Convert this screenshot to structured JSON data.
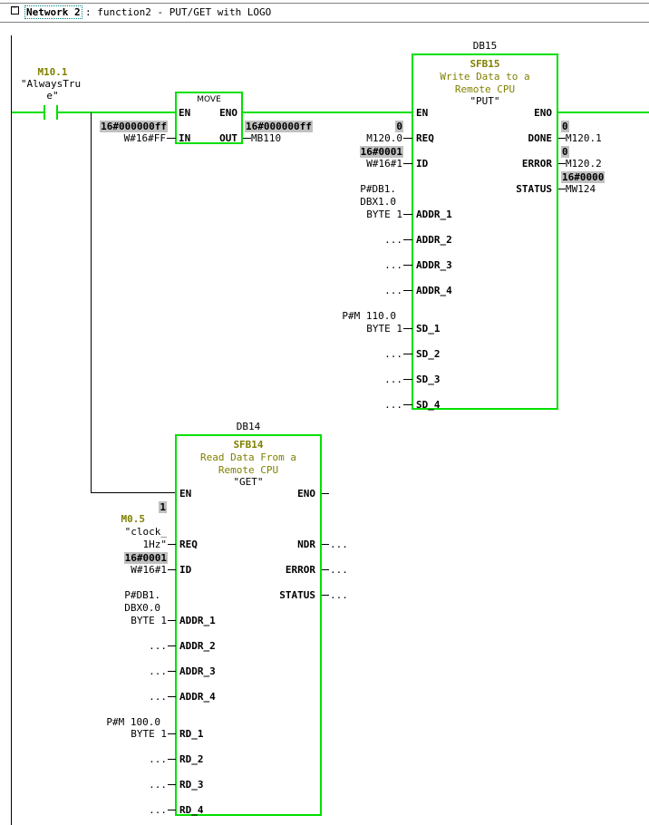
{
  "network": {
    "toggle": "⊟",
    "label": "Network 2",
    "title": ": function2 - PUT/GET with LOGO"
  },
  "contact": {
    "address": "M10.1",
    "symbol_line1": "\"AlwaysTru",
    "symbol_line2": "e\""
  },
  "move": {
    "name": "MOVE",
    "en": "EN",
    "eno": "ENO",
    "in": "IN",
    "out": "OUT",
    "in_value": "16#000000ff",
    "in_operand": "W#16#FF",
    "out_value": "16#000000ff",
    "out_operand": "MB110"
  },
  "put": {
    "instance": "DB15",
    "sfb": "SFB15",
    "desc1": "Write Data to a",
    "desc2": "Remote CPU",
    "symbol": "\"PUT\"",
    "en": "EN",
    "eno": "ENO",
    "inputs": {
      "req": {
        "pin": "REQ",
        "value": "0",
        "operand": "M120.0"
      },
      "id": {
        "pin": "ID",
        "value": "16#0001",
        "operand": "W#16#1"
      },
      "addr1": {
        "pin": "ADDR_1",
        "line1": "P#DB1.",
        "line2": "DBX1.0",
        "line3": "BYTE 1"
      },
      "addr2": {
        "pin": "ADDR_2",
        "operand": "..."
      },
      "addr3": {
        "pin": "ADDR_3",
        "operand": "..."
      },
      "addr4": {
        "pin": "ADDR_4",
        "operand": "..."
      },
      "sd1": {
        "pin": "SD_1",
        "line1": "P#M 110.0",
        "line2": "BYTE 1"
      },
      "sd2": {
        "pin": "SD_2",
        "operand": "..."
      },
      "sd3": {
        "pin": "SD_3",
        "operand": "..."
      },
      "sd4": {
        "pin": "SD_4",
        "operand": "..."
      }
    },
    "outputs": {
      "done": {
        "pin": "DONE",
        "value": "0",
        "operand": "M120.1"
      },
      "error": {
        "pin": "ERROR",
        "value": "0",
        "operand": "M120.2"
      },
      "status": {
        "pin": "STATUS",
        "value": "16#0000",
        "operand": "MW124"
      }
    }
  },
  "get": {
    "instance": "DB14",
    "sfb": "SFB14",
    "desc1": "Read Data From a",
    "desc2": "Remote CPU",
    "symbol": "\"GET\"",
    "en": "EN",
    "eno": "ENO",
    "inputs": {
      "req": {
        "pin": "REQ",
        "value": "1",
        "address": "M0.5",
        "line1": "\"clock_",
        "line2": "1Hz\""
      },
      "id": {
        "pin": "ID",
        "value": "16#0001",
        "operand": "W#16#1"
      },
      "addr1": {
        "pin": "ADDR_1",
        "line1": "P#DB1.",
        "line2": "DBX0.0",
        "line3": "BYTE 1"
      },
      "addr2": {
        "pin": "ADDR_2",
        "operand": "..."
      },
      "addr3": {
        "pin": "ADDR_3",
        "operand": "..."
      },
      "addr4": {
        "pin": "ADDR_4",
        "operand": "..."
      },
      "rd1": {
        "pin": "RD_1",
        "line1": "P#M 100.0",
        "line2": "BYTE 1"
      },
      "rd2": {
        "pin": "RD_2",
        "operand": "..."
      },
      "rd3": {
        "pin": "RD_3",
        "operand": "..."
      },
      "rd4": {
        "pin": "RD_4",
        "operand": "..."
      }
    },
    "outputs": {
      "ndr": {
        "pin": "NDR",
        "operand": "..."
      },
      "error": {
        "pin": "ERROR",
        "operand": "..."
      },
      "status": {
        "pin": "STATUS",
        "operand": "..."
      }
    }
  },
  "colors": {
    "power_flow": "#00e000",
    "status_bg": "#c0c0c0",
    "symbol_text": "#808000"
  }
}
